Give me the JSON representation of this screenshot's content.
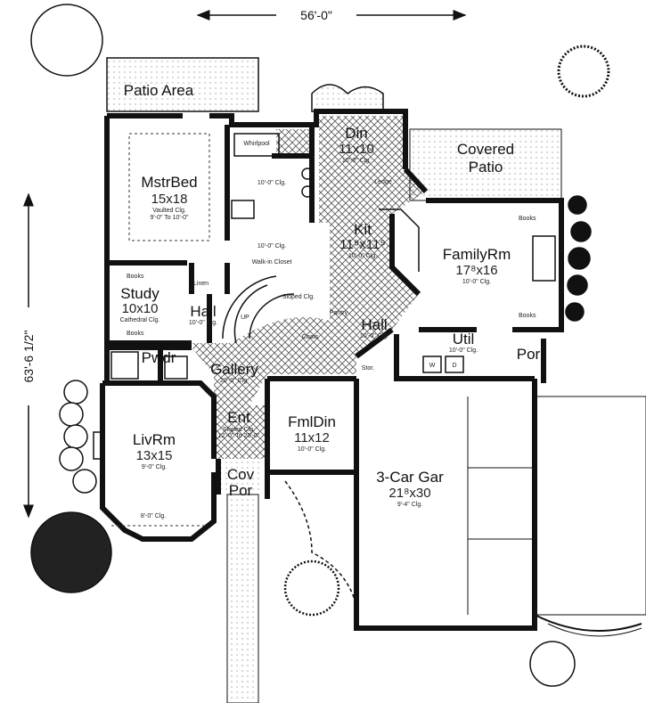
{
  "dimensions": {
    "width": "56'-0\"",
    "depth": "63'-6 1/2\""
  },
  "rooms": {
    "patio_area": {
      "name": "Patio Area"
    },
    "master_bed": {
      "name": "MstrBed",
      "size": "15x18",
      "ceiling": "Vaulted Clg.",
      "ceiling2": "9'-0\" To 10'-0\""
    },
    "bath": {
      "whirlpool": "Whirlpool",
      "ceiling": "10'-0\" Clg."
    },
    "closet": {
      "name": "Walk-in Closet",
      "ceiling": "10'-0\" Clg."
    },
    "dining": {
      "name": "Din",
      "size": "11x10",
      "ceiling": "10'-0\" Clg."
    },
    "covered_patio": {
      "name": "Covered",
      "name2": "Patio"
    },
    "kitchen": {
      "name": "Kit",
      "size": "11⁹x11⁹",
      "ceiling": "10'-0\" Clg.",
      "ledge": "Ledge"
    },
    "family": {
      "name": "FamilyRm",
      "size": "17⁸x16",
      "ceiling": "10'-0\" Clg.",
      "books": "Books"
    },
    "study": {
      "name": "Study",
      "size": "10x10",
      "ceiling": "Cathedral Clg.",
      "books": "Books"
    },
    "hall_west": {
      "name": "Hall",
      "ceiling": "10'-0\" Clg.",
      "linen": "Linen"
    },
    "stairs": {
      "up": "UP",
      "sloped": "Sloped Clg."
    },
    "pantry": {
      "name": "Pantry"
    },
    "coats": {
      "name": "Coats"
    },
    "hall_east": {
      "name": "Hall",
      "ceiling": "10'-0\" Clg."
    },
    "util": {
      "name": "Util",
      "ceiling": "10'-0\" Clg.",
      "washer": "W",
      "dryer": "D"
    },
    "porch": {
      "name": "Por"
    },
    "storage": {
      "name": "Stor."
    },
    "powder": {
      "name": "Pwdr"
    },
    "gallery": {
      "name": "Gallery",
      "ceiling": "20'-0\" Clg."
    },
    "living": {
      "name": "LivRm",
      "size": "13x15",
      "ceiling": "9'-0\" Clg.",
      "bay_ceiling": "8'-0\" Clg."
    },
    "entry": {
      "name": "Ent",
      "ceiling": "Sloped Clg.",
      "ceiling2": "12'-0\" To 20'-0\""
    },
    "cov_porch": {
      "name": "Cov",
      "name2": "Por"
    },
    "formal_dining": {
      "name": "FmlDin",
      "size": "11x12",
      "ceiling": "10'-0\" Clg."
    },
    "garage": {
      "name": "3-Car Gar",
      "size": "21⁸x30",
      "ceiling": "9'-4\" Clg."
    }
  }
}
